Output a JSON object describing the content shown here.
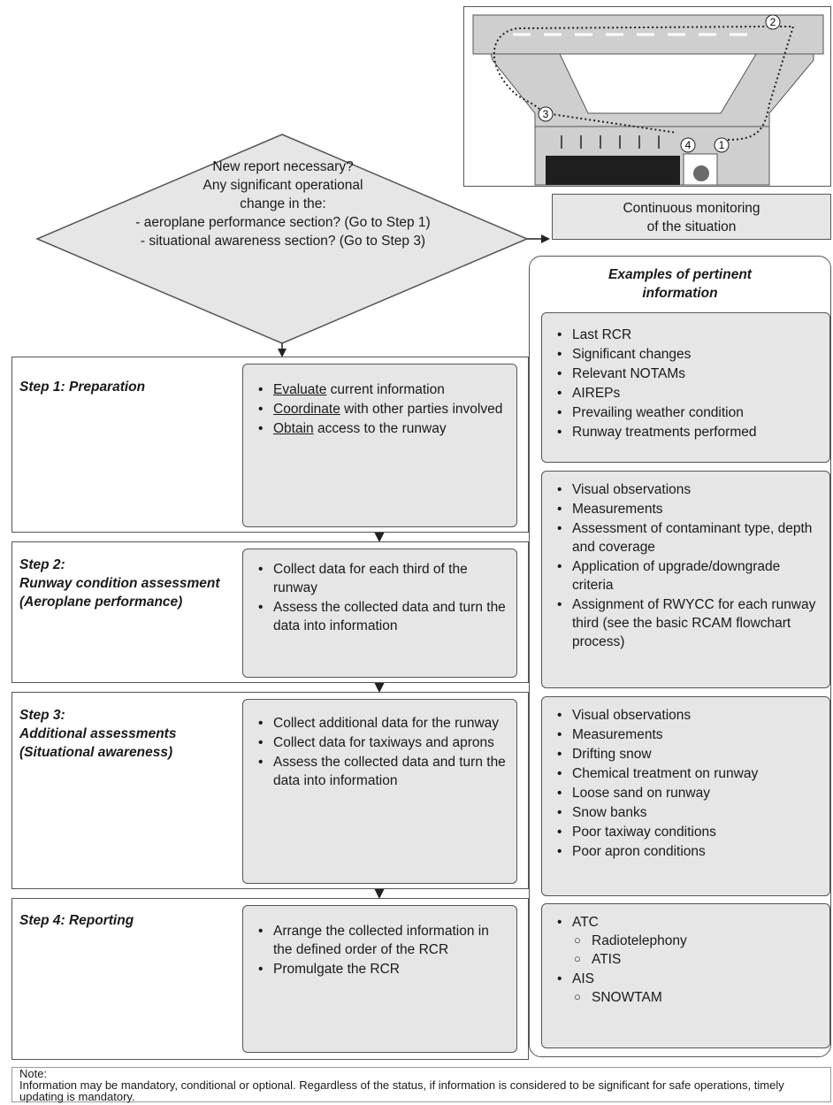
{
  "decision": {
    "lines": [
      "New report necessary?",
      "Any significant operational",
      "change in the:",
      "- aeroplane performance section? (Go to Step 1)",
      "- situational awareness section? (Go to Step 3)"
    ]
  },
  "monitoring": {
    "lines": [
      "Continuous monitoring",
      "of the situation"
    ]
  },
  "runway_map": {
    "markers": [
      "2",
      "3",
      "4",
      "1"
    ]
  },
  "examples": {
    "title_lines": [
      "Examples of pertinent",
      "information"
    ]
  },
  "steps": [
    {
      "title_lines": [
        "Step 1: Preparation"
      ],
      "actions": [
        {
          "verb": "Evaluate",
          "rest": " current information"
        },
        {
          "verb": "Coordinate",
          "rest": " with other parties involved"
        },
        {
          "verb": "Obtain",
          "rest": " access to the runway"
        }
      ],
      "examples": [
        "Last RCR",
        "Significant changes",
        "Relevant NOTAMs",
        "AIREPs",
        "Prevailing weather condition",
        "Runway treatments performed"
      ]
    },
    {
      "title_lines": [
        "Step 2:",
        "Runway condition assessment",
        "(Aeroplane performance)"
      ],
      "actions": [
        {
          "verb": "",
          "rest": "Collect data for each third of the runway"
        },
        {
          "verb": "",
          "rest": "Assess the collected data and turn the data into information"
        }
      ],
      "examples": [
        "Visual observations",
        "Measurements",
        "Assessment of contaminant type, depth and coverage",
        "Application of upgrade/downgrade criteria",
        "Assignment of RWYCC for each runway third (see the basic RCAM flowchart process)"
      ]
    },
    {
      "title_lines": [
        "Step 3:",
        "Additional assessments",
        "(Situational awareness)"
      ],
      "actions": [
        {
          "verb": "",
          "rest": "Collect additional data for the runway"
        },
        {
          "verb": "",
          "rest": "Collect data for taxiways and aprons"
        },
        {
          "verb": "",
          "rest": "Assess the collected data and turn the data into information"
        }
      ],
      "examples": [
        "Visual observations",
        "Measurements",
        "Drifting snow",
        "Chemical treatment on runway",
        "Loose sand on runway",
        "Snow banks",
        "Poor taxiway conditions",
        "Poor apron conditions"
      ]
    },
    {
      "title_lines": [
        "Step 4: Reporting"
      ],
      "actions": [
        {
          "verb": "",
          "rest": "Arrange the collected information in the defined order of the RCR"
        },
        {
          "verb": "",
          "rest": "Promulgate the RCR"
        }
      ],
      "reporting": [
        {
          "label": "ATC",
          "sub": [
            "Radiotelephony",
            "ATIS"
          ]
        },
        {
          "label": "AIS",
          "sub": [
            "SNOWTAM"
          ]
        }
      ]
    }
  ],
  "note": {
    "label": "Note:",
    "text": "Information may be mandatory, conditional or optional. Regardless of the status, if information is considered to be significant for safe operations, timely updating is mandatory."
  }
}
